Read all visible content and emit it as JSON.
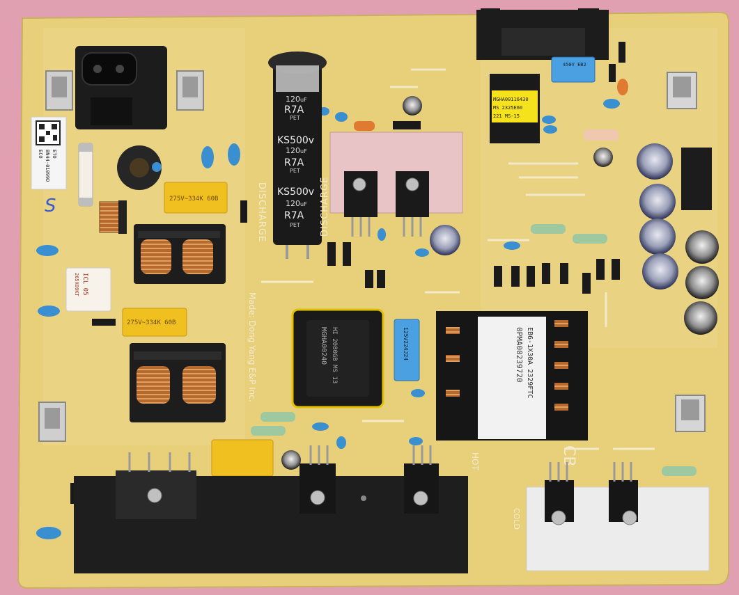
{
  "qr_label": {
    "line1": "BN44-01099D",
    "line2": "ETO",
    "line3": "ECO"
  },
  "big_cap": {
    "voltage": "KS500v",
    "capacitance": "120",
    "unit": "uF",
    "code": "R7A",
    "material": "PET"
  },
  "fuse_marking": {
    "line1": "ICL 05",
    "line2": "265X09KT"
  },
  "film_cap_1": "275V~334K 60B",
  "film_cap_2": "275V~334K 60B",
  "film_cap_blue_top": "450V EB2",
  "film_cap_blue_mid": "125V224J24",
  "transformer_main": {
    "line1": "MGHA00240",
    "line2": "HI 2080GB MS 13"
  },
  "transformer_right": {
    "line1": "0PMA00239720",
    "line2": "EB6-1X30A 2329FTC"
  },
  "relay": {
    "line1": "MGHA00116430",
    "line2": "MS 2325E60",
    "line3": "221 MS-15"
  },
  "silkscreen": {
    "discharge_left": "DISCHARGE",
    "discharge_right": "DISCHARGE",
    "maker": "Made: Dong Yang E&P Inc.",
    "hot": "HOT",
    "cold": "COLD",
    "cb": "CB",
    "marker_s": "S"
  },
  "colors": {
    "board": "#e8cf7a",
    "background": "#e0a0b2",
    "heatsink_black": "#1e1e1e",
    "heatsink_white": "#ececec",
    "film_yellow": "#f0c020",
    "cap_blue": "#3a8fd0",
    "copper": "#c47a3e"
  }
}
